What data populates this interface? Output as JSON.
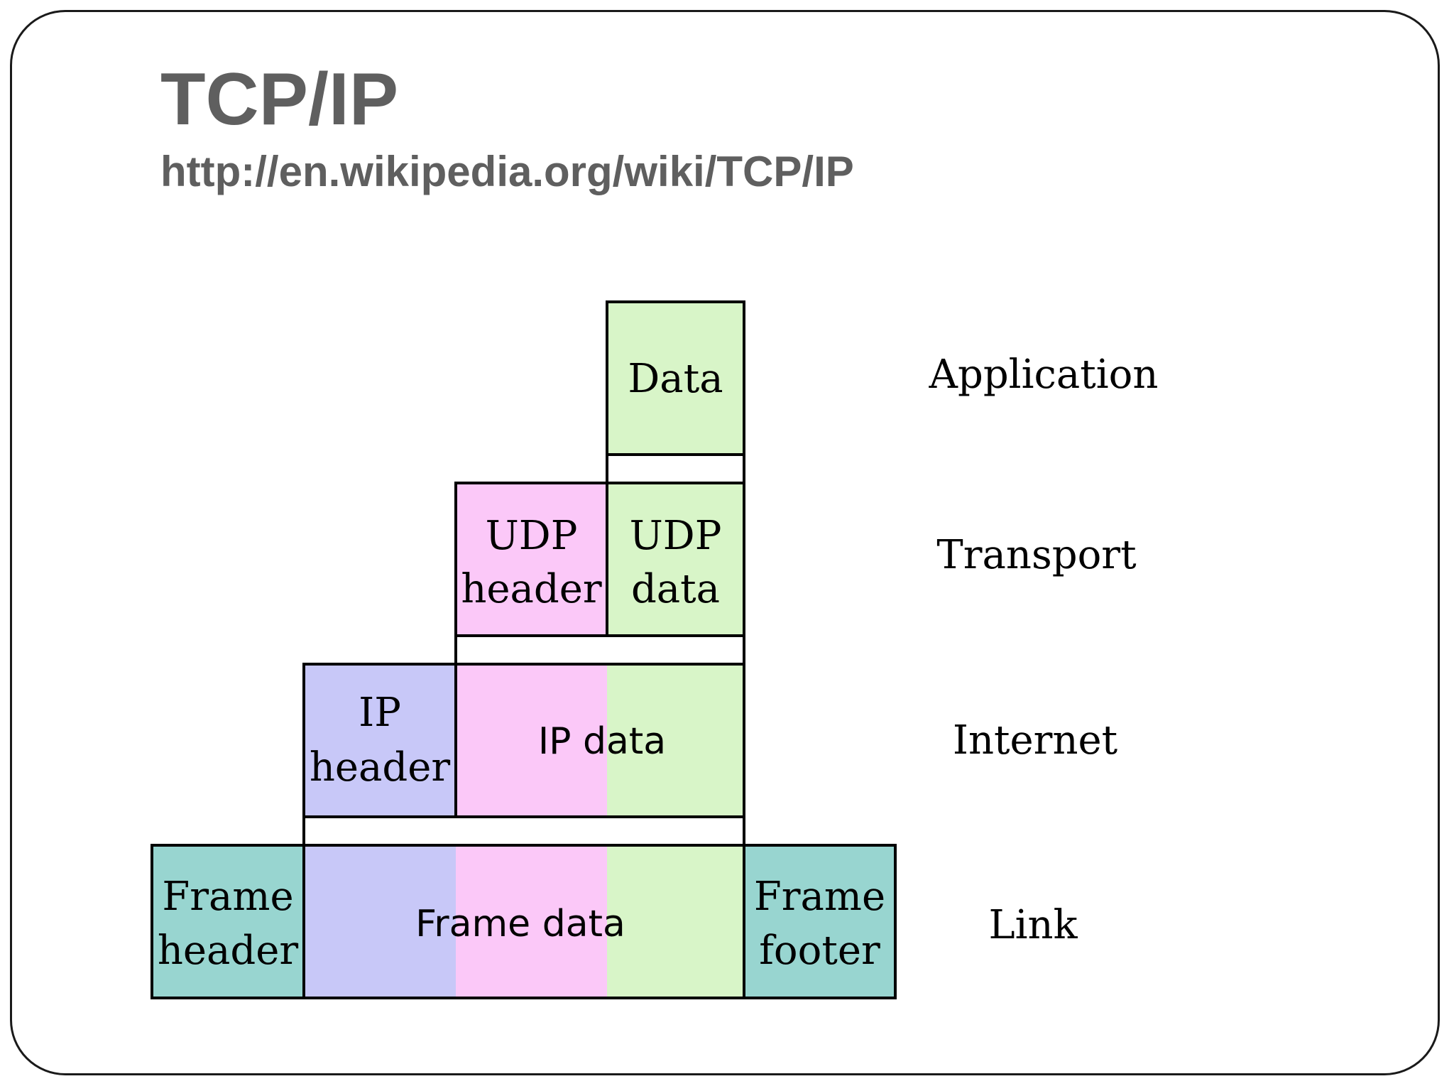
{
  "title": "TCP/IP",
  "subtitle": "http://en.wikipedia.org/wiki/TCP/IP",
  "colors": {
    "title_text": "#5f5f5f",
    "application_data": "#d8f5c8",
    "transport_header": "#fbc8f8",
    "internet_header": "#c8c8f8",
    "link_header_footer": "#98d5d0",
    "box_stroke": "#000000"
  },
  "diagram": {
    "application": {
      "data": "Data"
    },
    "transport": {
      "header_line1": "UDP",
      "header_line2": "header",
      "data_line1": "UDP",
      "data_line2": "data"
    },
    "internet": {
      "header_line1": "IP",
      "header_line2": "header",
      "data": "IP data"
    },
    "link": {
      "header_line1": "Frame",
      "header_line2": "header",
      "data": "Frame data",
      "footer_line1": "Frame",
      "footer_line2": "footer"
    },
    "layers": {
      "application": "Application",
      "transport": "Transport",
      "internet": "Internet",
      "link": "Link"
    }
  }
}
